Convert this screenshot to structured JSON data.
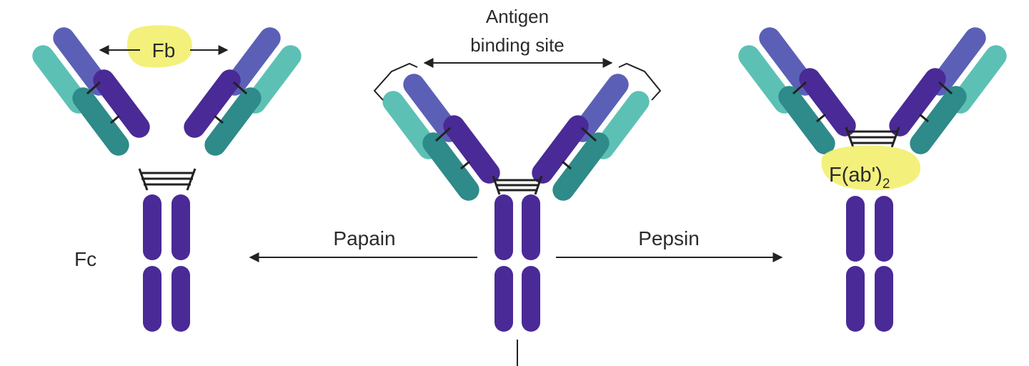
{
  "labels": {
    "fb": "Fb",
    "antigen_line1": "Antigen",
    "antigen_line2": "binding site",
    "fab2_main": "F(ab')",
    "fab2_sub": "2",
    "fc": "Fc",
    "papain": "Papain",
    "pepsin": "Pepsin"
  },
  "colors": {
    "heavy_chain": "#4a2a96",
    "heavy_variable": "#5b60b6",
    "light_variable": "#5cc1b4",
    "light_constant": "#2f8a8a",
    "highlight": "#f2ef6e",
    "line": "#222222"
  }
}
